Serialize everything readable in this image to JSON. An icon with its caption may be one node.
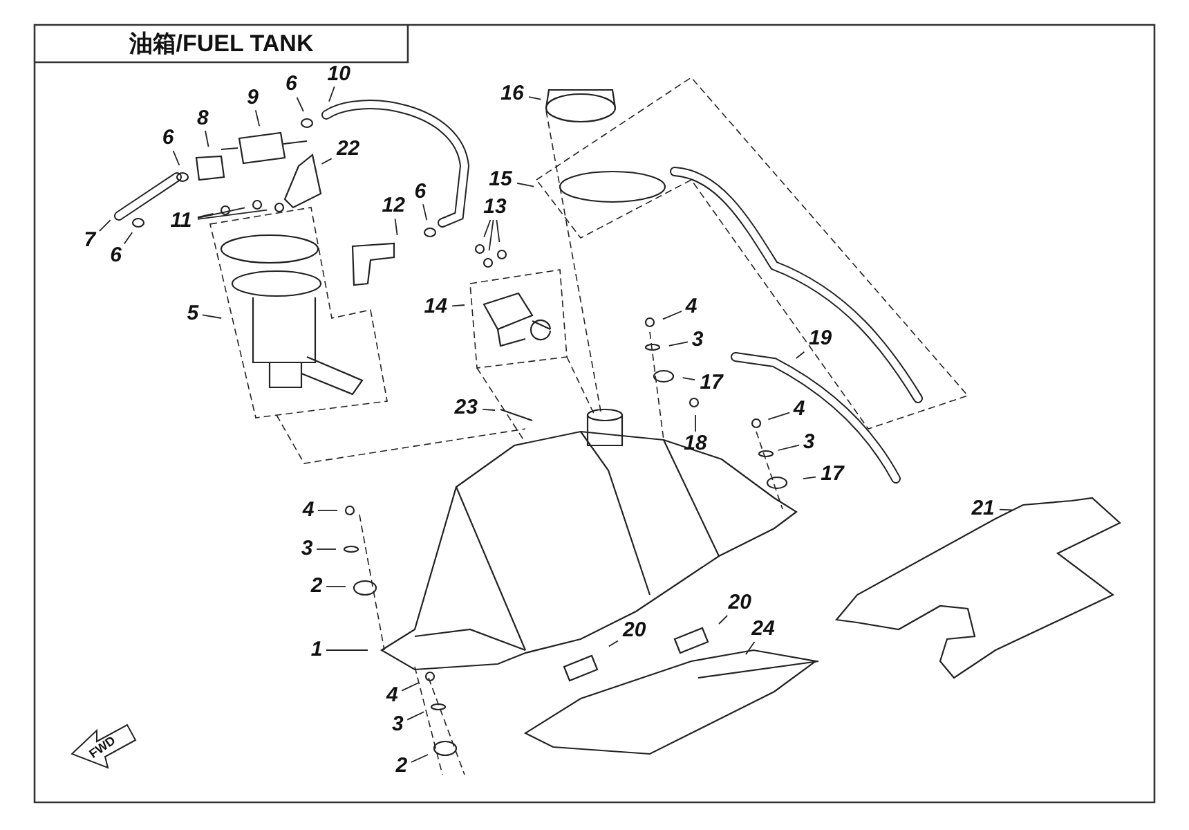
{
  "diagram": {
    "title": "油箱/FUEL TANK",
    "nodes": [
      {
        "text": [
          "6"
        ]
      },
      {
        "text": [
          "8"
        ]
      },
      {
        "text": [
          "9"
        ]
      },
      {
        "text": [
          "6"
        ]
      },
      {
        "text": [
          "10"
        ]
      },
      {
        "text": [
          "22"
        ]
      },
      {
        "text": [
          "7"
        ]
      },
      {
        "text": [
          "6"
        ]
      },
      {
        "text": [
          "11"
        ]
      },
      {
        "text": [
          "12"
        ]
      },
      {
        "text": [
          "6"
        ]
      },
      {
        "text": [
          "13"
        ]
      },
      {
        "text": [
          "14"
        ]
      },
      {
        "text": [
          "5"
        ]
      },
      {
        "text": [
          "16"
        ]
      },
      {
        "text": [
          "15"
        ]
      },
      {
        "text": [
          "23"
        ]
      },
      {
        "text": [
          "4"
        ]
      },
      {
        "text": [
          "3"
        ]
      },
      {
        "text": [
          "17"
        ]
      },
      {
        "text": [
          "18"
        ]
      },
      {
        "text": [
          "19"
        ]
      },
      {
        "text": [
          "4"
        ]
      },
      {
        "text": [
          "3"
        ]
      },
      {
        "text": [
          "17"
        ]
      },
      {
        "text": [
          "21"
        ]
      },
      {
        "text": [
          "4"
        ]
      },
      {
        "text": [
          "3"
        ]
      },
      {
        "text": [
          "2"
        ]
      },
      {
        "text": [
          "1"
        ]
      },
      {
        "text": [
          "4"
        ]
      },
      {
        "text": [
          "3"
        ]
      },
      {
        "text": [
          "2"
        ]
      },
      {
        "text": [
          "20"
        ]
      },
      {
        "text": [
          "20"
        ]
      },
      {
        "text": [
          "24"
        ]
      }
    ],
    "edges": [
      {
        "from": 0,
        "to": null,
        "arrow": "none"
      },
      {
        "from": 1,
        "to": null,
        "arrow": "none"
      },
      {
        "from": 2,
        "to": null,
        "arrow": "none"
      },
      {
        "from": 3,
        "to": null,
        "arrow": "none"
      },
      {
        "from": 4,
        "to": null,
        "arrow": "none"
      },
      {
        "from": 5,
        "to": null,
        "arrow": "none"
      },
      {
        "from": 6,
        "to": null,
        "arrow": "none"
      },
      {
        "from": 7,
        "to": null,
        "arrow": "none"
      },
      {
        "from": 8,
        "to": null,
        "arrow": "none"
      },
      {
        "from": 8,
        "to": null,
        "arrow": "none"
      },
      {
        "from": 8,
        "to": null,
        "arrow": "none"
      },
      {
        "from": 9,
        "to": null,
        "arrow": "none"
      },
      {
        "from": 10,
        "to": null,
        "arrow": "none"
      },
      {
        "from": 11,
        "to": null,
        "arrow": "none"
      },
      {
        "from": 11,
        "to": null,
        "arrow": "none"
      },
      {
        "from": 11,
        "to": null,
        "arrow": "none"
      },
      {
        "from": 12,
        "to": null,
        "arrow": "none"
      },
      {
        "from": 13,
        "to": null,
        "arrow": "none"
      },
      {
        "from": 14,
        "to": null,
        "arrow": "none"
      },
      {
        "from": 15,
        "to": null,
        "arrow": "none"
      },
      {
        "from": 16,
        "to": null,
        "arrow": "none"
      },
      {
        "from": 17,
        "to": null,
        "arrow": "none"
      },
      {
        "from": 18,
        "to": null,
        "arrow": "none"
      },
      {
        "from": 19,
        "to": null,
        "arrow": "none"
      },
      {
        "from": 20,
        "to": null,
        "arrow": "none"
      },
      {
        "from": 21,
        "to": null,
        "arrow": "none"
      },
      {
        "from": 22,
        "to": null,
        "arrow": "none"
      },
      {
        "from": 23,
        "to": null,
        "arrow": "none"
      },
      {
        "from": 24,
        "to": null,
        "arrow": "none"
      },
      {
        "from": 25,
        "to": null,
        "arrow": "none"
      },
      {
        "from": 26,
        "to": null,
        "arrow": "none"
      },
      {
        "from": 27,
        "to": null,
        "arrow": "none"
      },
      {
        "from": 28,
        "to": null,
        "arrow": "none"
      },
      {
        "from": 29,
        "to": null,
        "arrow": "none"
      },
      {
        "from": 30,
        "to": null,
        "arrow": "none"
      },
      {
        "from": 31,
        "to": null,
        "arrow": "none"
      },
      {
        "from": 32,
        "to": null,
        "arrow": "none"
      },
      {
        "from": 33,
        "to": null,
        "arrow": "none"
      },
      {
        "from": 34,
        "to": null,
        "arrow": "none"
      },
      {
        "from": 35,
        "to": null,
        "arrow": "none"
      }
    ],
    "labels": [
      "FWD"
    ]
  }
}
